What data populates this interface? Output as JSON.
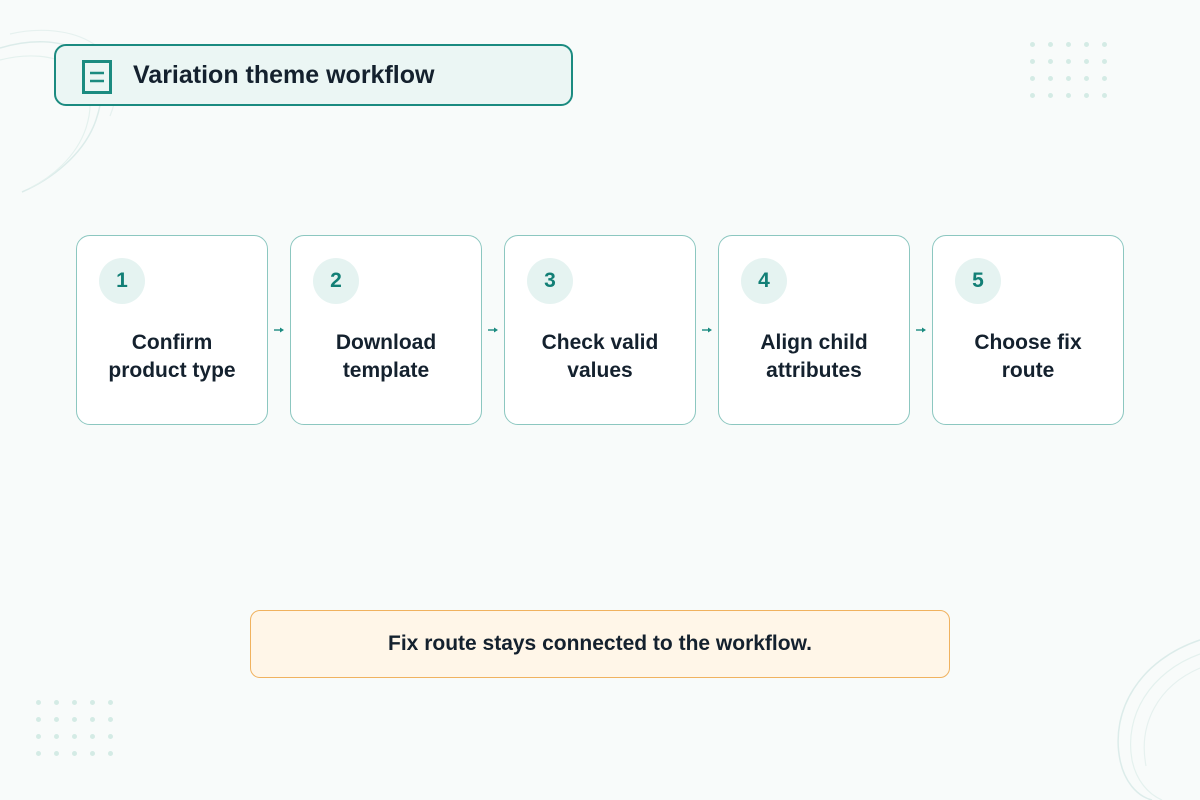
{
  "header": {
    "title": "Variation theme workflow",
    "icon": "document-icon"
  },
  "steps": [
    {
      "number": "1",
      "label": "Confirm product type"
    },
    {
      "number": "2",
      "label": "Download template"
    },
    {
      "number": "3",
      "label": "Check valid values"
    },
    {
      "number": "4",
      "label": "Align child attributes"
    },
    {
      "number": "5",
      "label": "Choose fix route"
    }
  ],
  "note": {
    "text": "Fix route stays connected to the workflow."
  },
  "colors": {
    "accent": "#1b8b80",
    "note_border": "#f0b25f",
    "note_fill": "#fff6e8"
  }
}
